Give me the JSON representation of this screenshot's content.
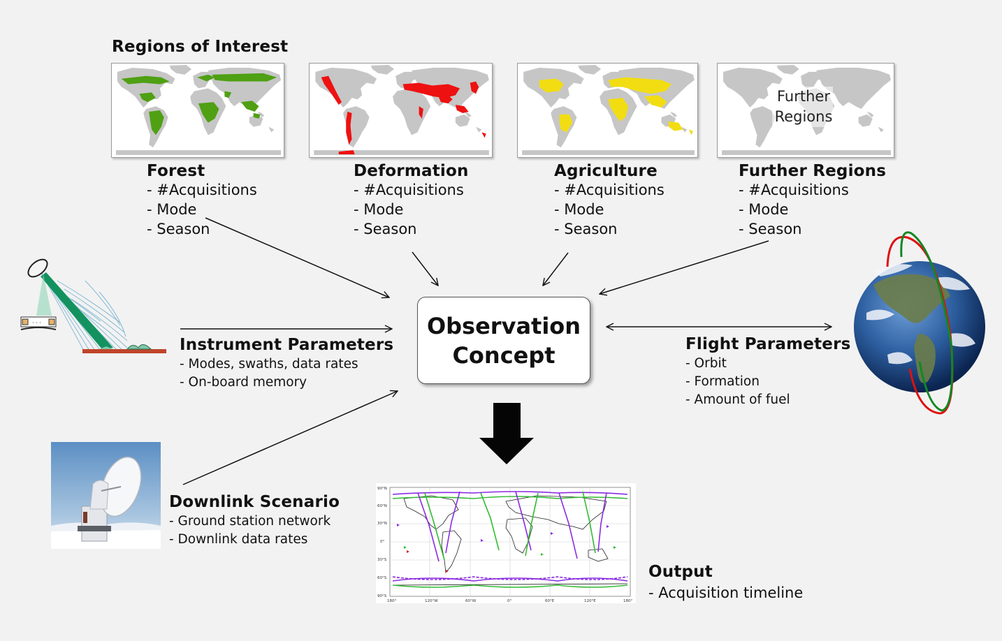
{
  "regions_title": "Regions of Interest",
  "regions": [
    {
      "name": "Forest",
      "color": "#4fa013",
      "items": [
        "- #Acquisitions",
        "- Mode",
        "- Season"
      ]
    },
    {
      "name": "Deformation",
      "color": "#ee1111",
      "items": [
        "- #Acquisitions",
        "- Mode",
        "- Season"
      ]
    },
    {
      "name": "Agriculture",
      "color": "#f2dd12",
      "items": [
        "- #Acquisitions",
        "- Mode",
        "- Season"
      ]
    },
    {
      "name": "Further Regions",
      "color": "#cfcfcf",
      "items": [
        "- #Acquisitions",
        "- Mode",
        "- Season"
      ]
    }
  ],
  "further_map_label_line1": "Further",
  "further_map_label_line2": "Regions",
  "center": {
    "line1": "Observation",
    "line2": "Concept"
  },
  "instrument": {
    "title": "Instrument Parameters",
    "items": [
      "- Modes, swaths, data rates",
      "- On-board memory"
    ]
  },
  "flight": {
    "title": "Flight Parameters",
    "items": [
      "- Orbit",
      "- Formation",
      "- Amount of fuel"
    ]
  },
  "downlink": {
    "title": "Downlink Scenario",
    "items": [
      "- Ground station network",
      "- Downlink data rates"
    ]
  },
  "output": {
    "title": "Output",
    "items": [
      "- Acquisition timeline"
    ]
  },
  "timeline_axis": {
    "lat_ticks": [
      "90°N",
      "60°N",
      "30°N",
      "0°",
      "30°S",
      "60°S",
      "90°S"
    ],
    "lon_ticks": [
      "180°",
      "120°W",
      "60°W",
      "0°",
      "60°E",
      "120°E",
      "180°"
    ]
  },
  "colors": {
    "background": "#f2f2f2",
    "arrow": "#111111",
    "orbit_red": "#dd1111",
    "orbit_green": "#118822",
    "land": "#c6c6c6",
    "timeline_purple": "#8a2be2",
    "timeline_green": "#33bb33"
  }
}
